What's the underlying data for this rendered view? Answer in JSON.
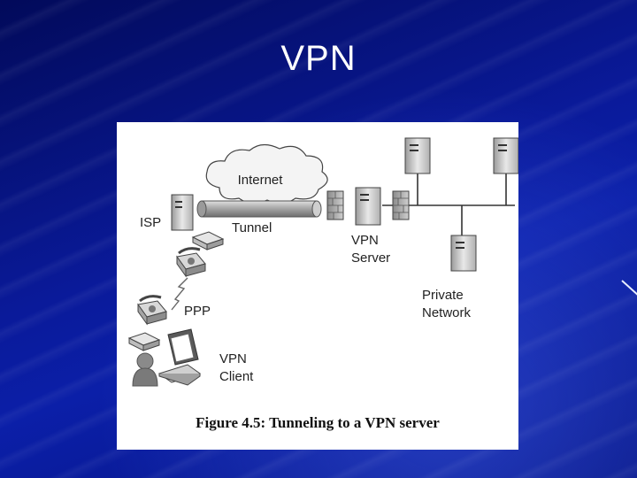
{
  "slide": {
    "title": "VPN"
  },
  "figure": {
    "caption": "Figure 4.5: Tunneling to a VPN server",
    "labels": {
      "internet": "Internet",
      "isp": "ISP",
      "tunnel": "Tunnel",
      "vpn_server": [
        "VPN",
        "Server"
      ],
      "private_network": [
        "Private",
        "Network"
      ],
      "ppp": "PPP",
      "vpn_client": [
        "VPN",
        "Client"
      ]
    }
  }
}
